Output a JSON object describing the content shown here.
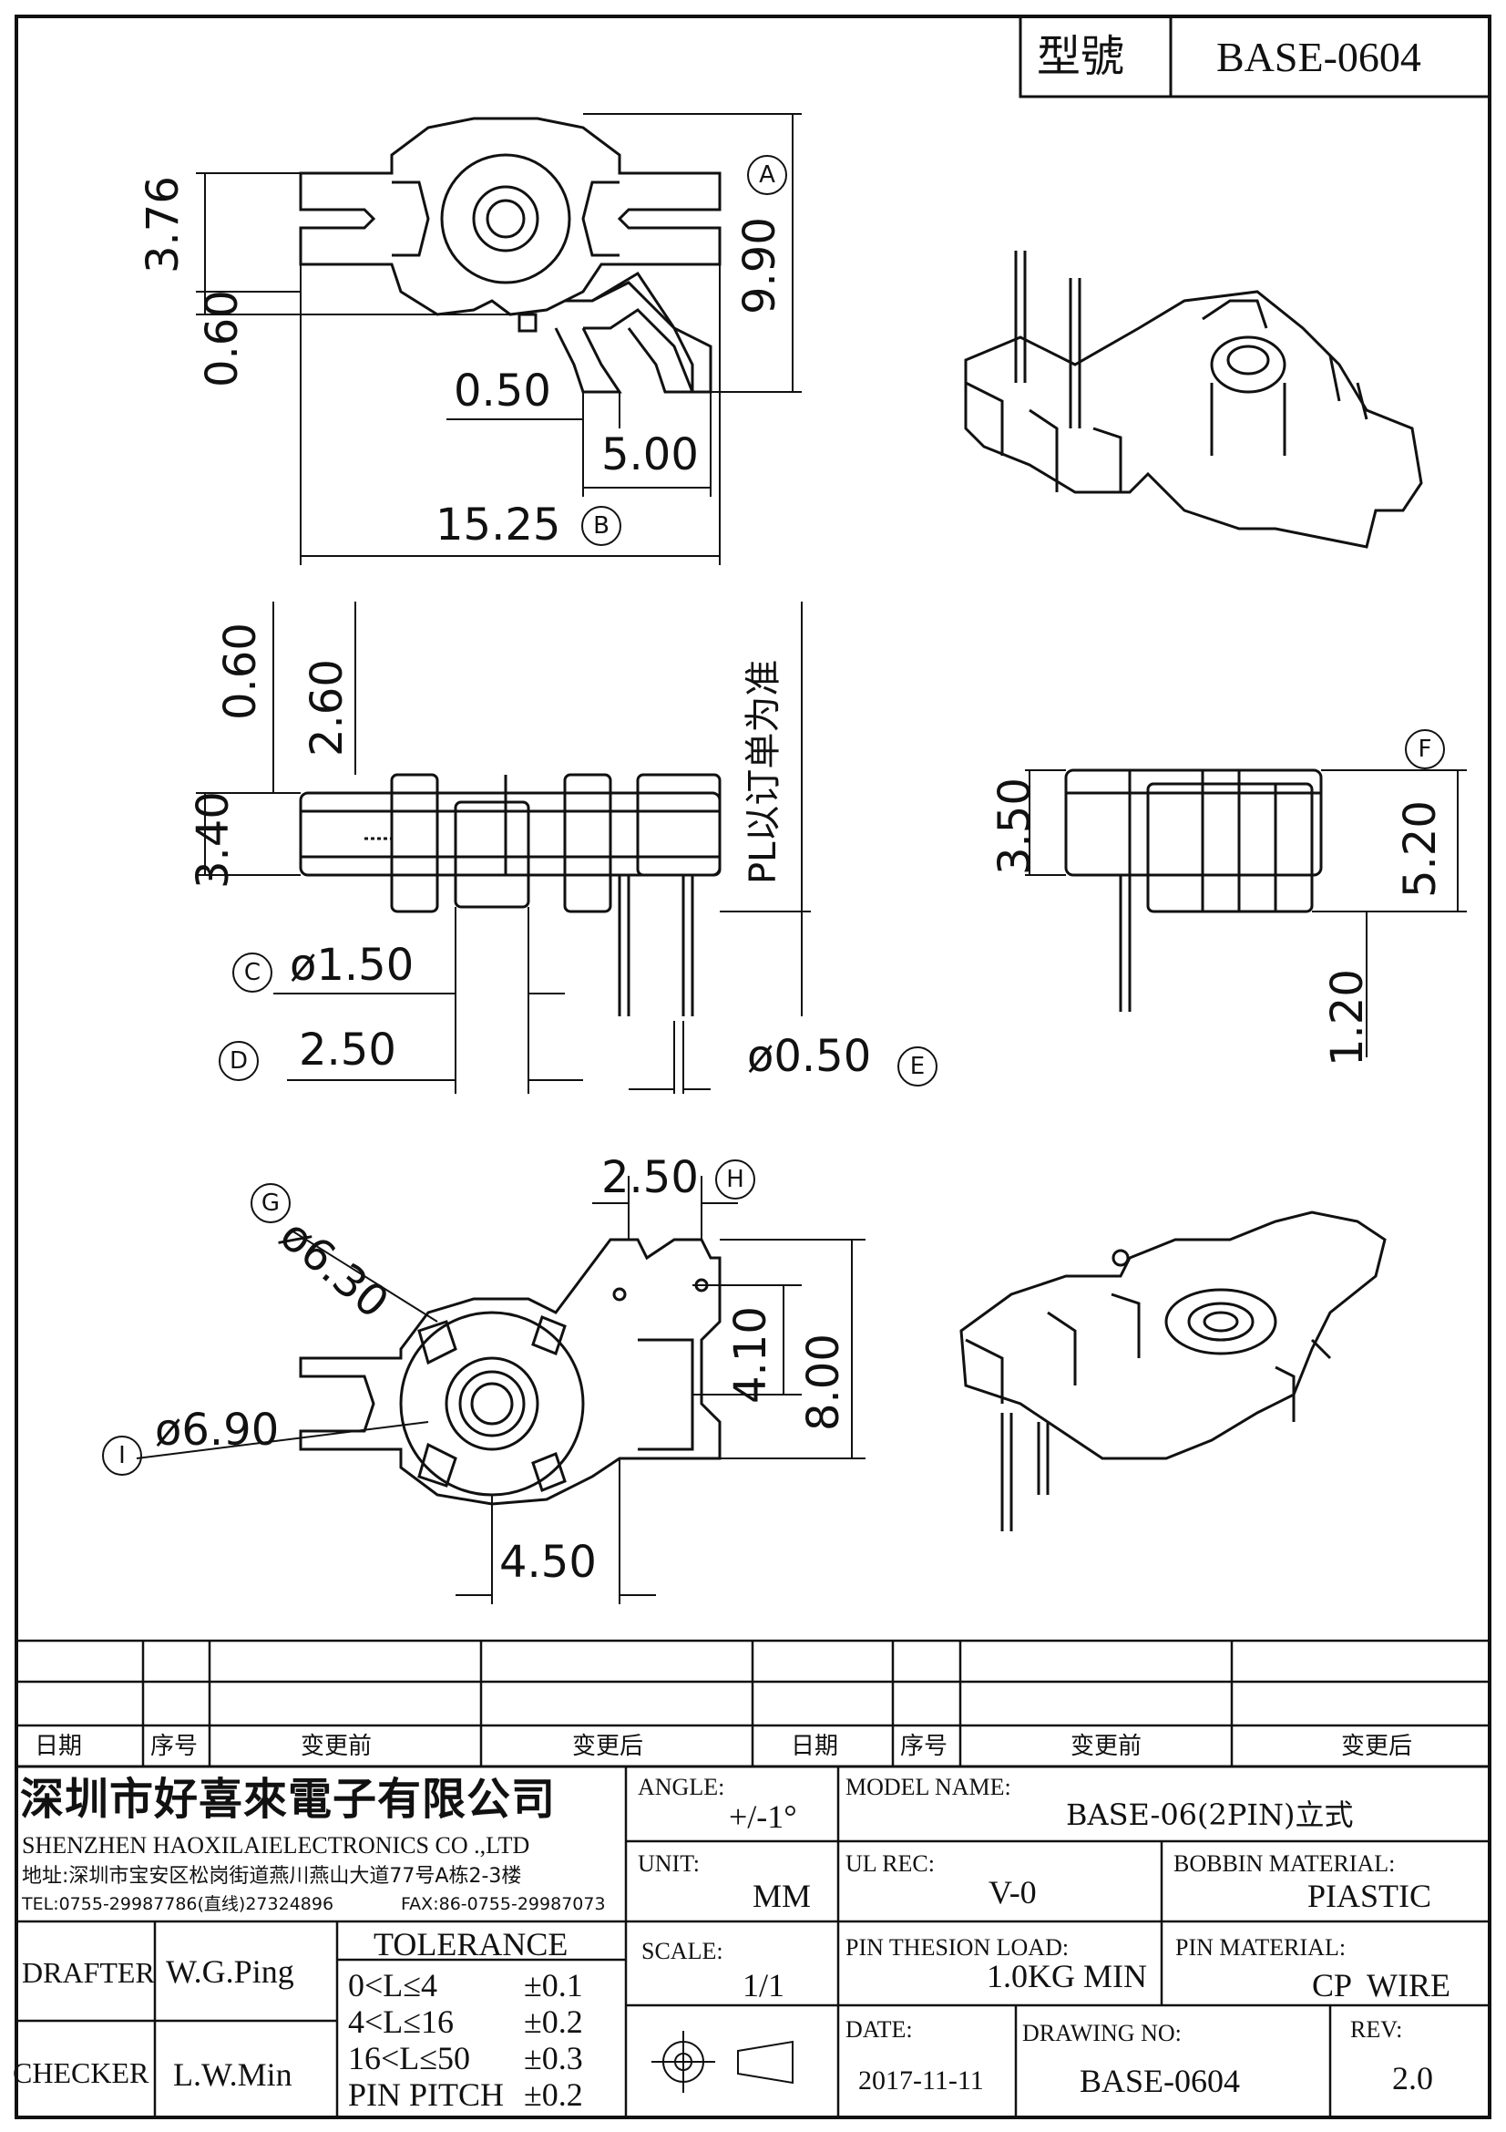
{
  "title_block": {
    "label": "型號",
    "model": "BASE-0604"
  },
  "dimensions": {
    "d376": "3.76",
    "d990": "9.90",
    "d060a": "0.60",
    "d050": "0.50",
    "d500": "5.00",
    "d1525": "15.25",
    "d060b": "0.60",
    "d260": "2.60",
    "d340": "3.40",
    "d150": "ø1.50",
    "d250a": "2.50",
    "d050b": "ø0.50",
    "note": "PL以订单为准",
    "d350": "3.50",
    "d520": "5.20",
    "d120": "1.20",
    "d250b": "2.50",
    "d630": "ø6.30",
    "d690": "ø6.90",
    "d410": "4.10",
    "d800": "8.00",
    "d450": "4.50"
  },
  "markers": {
    "A": "A",
    "B": "B",
    "C": "C",
    "D": "D",
    "E": "E",
    "F": "F",
    "G": "G",
    "H": "H",
    "I": "I"
  },
  "revision_table": {
    "headers": [
      "日期",
      "序号",
      "变更前",
      "变更后",
      "日期",
      "序号",
      "变更前",
      "变更后"
    ]
  },
  "company": {
    "name_cn": "深圳市好喜來電子有限公司",
    "name_en": "SHENZHEN HAOXILAIELECTRONICS CO .,LTD",
    "address": "地址:深圳市宝安区松岗街道燕川燕山大道77号A栋2-3楼",
    "tel": "TEL:0755-29987786(直线)27324896",
    "fax": "FAX:86-0755-29987073"
  },
  "specs": {
    "angle_label": "ANGLE:",
    "angle_value": "+/-1°",
    "model_name_label": "MODEL NAME:",
    "model_name_value": "BASE-06(2PIN)立式",
    "unit_label": "UNIT:",
    "unit_value": "MM",
    "ul_label": "UL REC:",
    "ul_value": "V-0",
    "bobbin_label": "BOBBIN MATERIAL:",
    "bobbin_value": "PIASTIC",
    "scale_label": "SCALE:",
    "scale_value": "1/1",
    "pin_load_label": "PIN THESION LOAD:",
    "pin_load_value": "1.0KG MIN",
    "pin_material_label": "PIN MATERIAL:",
    "pin_material_value": "CP  WIRE",
    "date_label": "DATE:",
    "date_value": "2017-11-11",
    "drawing_no_label": "DRAWING NO:",
    "drawing_no_value": "BASE-0604",
    "rev_label": "REV:",
    "rev_value": "2.0"
  },
  "people": {
    "drafter_label": "DRAFTER",
    "drafter_value": "W.G.Ping",
    "checker_label": "CHECKER",
    "checker_value": "L.W.Min"
  },
  "tolerance": {
    "title": "TOLERANCE",
    "rows": [
      {
        "range": "0<L≤4",
        "tol": "±0.1"
      },
      {
        "range": "4<L≤16",
        "tol": "±0.2"
      },
      {
        "range": "16<L≤50",
        "tol": "±0.3"
      },
      {
        "range": "PIN PITCH",
        "tol": "±0.2"
      }
    ]
  }
}
